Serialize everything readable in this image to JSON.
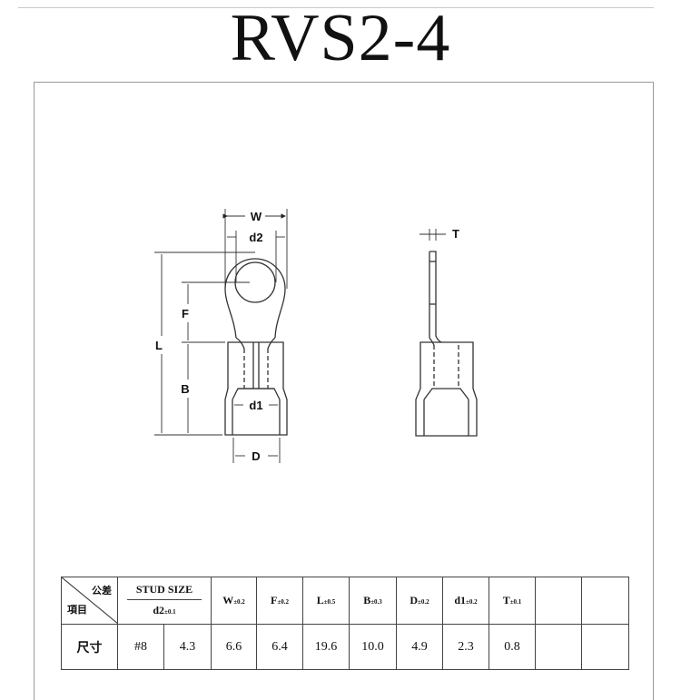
{
  "title": "RVS2-4",
  "drawing": {
    "front_labels": {
      "W": "W",
      "d2": "d2",
      "L": "L",
      "F": "F",
      "B": "B",
      "d1": "d1",
      "D": "D"
    },
    "side_labels": {
      "T": "T"
    }
  },
  "table": {
    "corner_top": "公差",
    "corner_bottom": "項目",
    "stud_size_label": "STUD SIZE",
    "d2_label": "d2",
    "d2_tol": "±0.1",
    "headers": [
      {
        "name": "W",
        "tol": "±0.2"
      },
      {
        "name": "F",
        "tol": "±0.2"
      },
      {
        "name": "L",
        "tol": "±0.5"
      },
      {
        "name": "B",
        "tol": "±0.3"
      },
      {
        "name": "D",
        "tol": "±0.2"
      },
      {
        "name": "d1",
        "tol": "±0.2"
      },
      {
        "name": "T",
        "tol": "±0.1"
      }
    ],
    "row_label": "尺寸",
    "stud": "#8",
    "d2": "4.3",
    "values": [
      "6.6",
      "6.4",
      "19.6",
      "10.0",
      "4.9",
      "2.3",
      "0.8"
    ]
  }
}
